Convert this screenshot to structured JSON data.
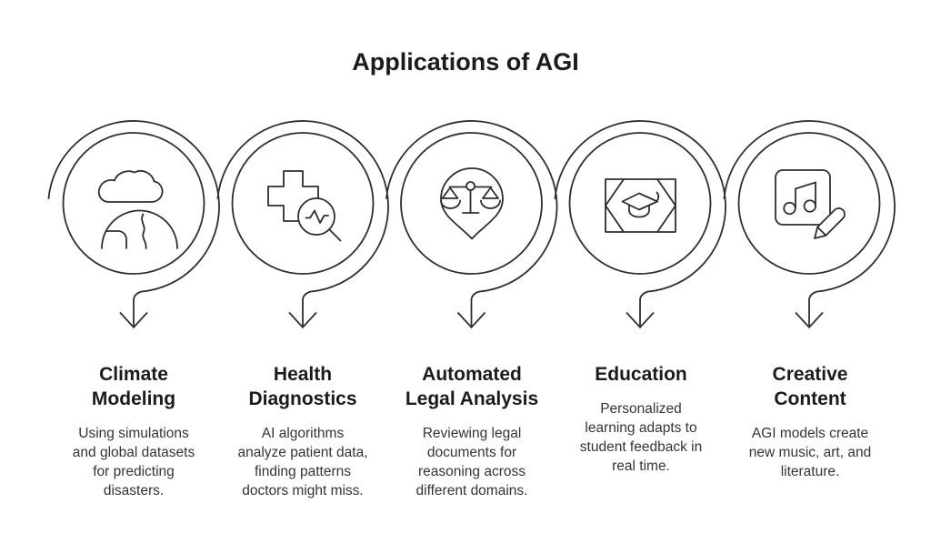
{
  "title": "Applications of AGI",
  "items": [
    {
      "id": "climate-modeling",
      "icon": "cloud-globe-icon",
      "title": "Climate\nModeling",
      "description": "Using simulations\nand global datasets\nfor predicting\ndisasters."
    },
    {
      "id": "health-diagnostics",
      "icon": "medical-cross-magnifier-icon",
      "title": "Health\nDiagnostics",
      "description": "AI algorithms\nanalyze patient data,\nfinding patterns\ndoctors might miss."
    },
    {
      "id": "automated-legal-analysis",
      "icon": "justice-scales-pin-icon",
      "title": "Automated\nLegal Analysis",
      "description": "Reviewing legal\ndocuments for\nreasoning across\ndifferent domains."
    },
    {
      "id": "education",
      "icon": "graduation-cap-icon",
      "title": "Education",
      "description": "Personalized\nlearning adapts to\nstudent feedback in\nreal time."
    },
    {
      "id": "creative-content",
      "icon": "music-note-pencil-icon",
      "title": "Creative\nContent",
      "description": "AGI models create\nnew music, art, and\nliterature."
    }
  ],
  "colors": {
    "background": "#ffffff",
    "stroke": "#2e2e2e",
    "title_text": "#1b1b1b",
    "body_text": "#343434"
  }
}
